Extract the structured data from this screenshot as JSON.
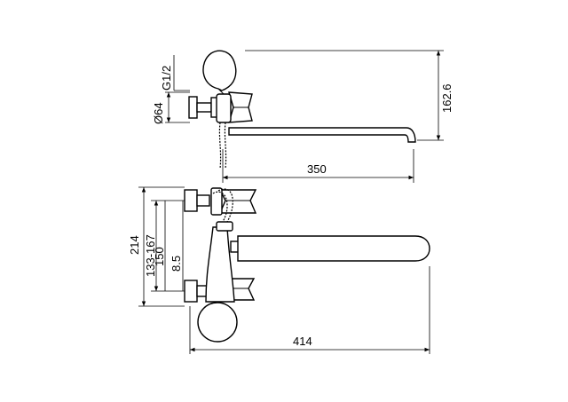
{
  "side_view": {
    "thread_label": "G1/2",
    "diameter_label": "Ø64",
    "height_label": "162.6",
    "spout_length_label": "350"
  },
  "front_view": {
    "total_height_label": "214",
    "center_range_label": "133-167",
    "center_label": "150",
    "offset_label": "8.5",
    "total_length_label": "414"
  }
}
